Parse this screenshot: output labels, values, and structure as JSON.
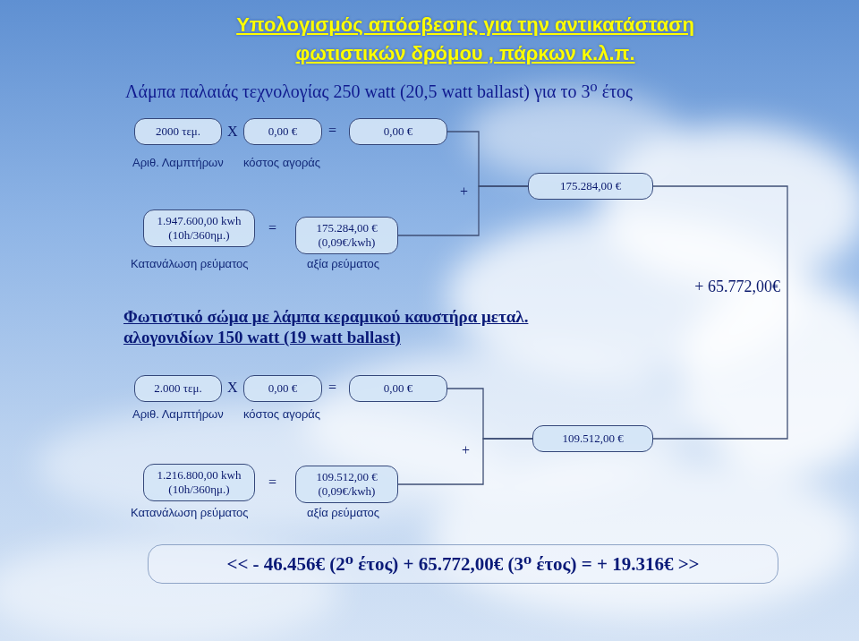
{
  "diagram": {
    "title": "Υπολογισμός απόσβεσης για την αντικατάσταση φωτιστικών δρόμου , πάρκων κ.λ.π.",
    "nodes": [
      {
        "text": [
          "2000 τεμ."
        ]
      },
      {
        "text": [
          "0,00 €"
        ]
      },
      {
        "text": [
          "0,00 €"
        ]
      },
      {
        "text": [
          "175.284,00 €"
        ]
      },
      {
        "text": [
          "1.947.600,00 kwh (10h/360ημ.)"
        ]
      },
      {
        "text": [
          "175.284,00 € (0,09€/kwh)"
        ]
      },
      {
        "text": [
          "2.000 τεμ."
        ]
      },
      {
        "text": [
          "0,00 €"
        ]
      },
      {
        "text": [
          "0,00 €"
        ]
      },
      {
        "text": [
          "109.512,00 €"
        ]
      },
      {
        "text": [
          "1.216.800,00 kwh (10h/360ημ.)"
        ]
      },
      {
        "text": [
          "109.512,00 € (0,09€/kwh)"
        ]
      },
      {
        "text": [
          "<< - 46.456€ (2⁰ έτος) + 65.772,00€ (3⁰ έτος) = + 19.316€ >>"
        ]
      }
    ],
    "edges": [
      {
        "from": 2,
        "to": 3,
        "arrow": "none"
      },
      {
        "from": 5,
        "to": 3,
        "arrow": "none"
      },
      {
        "from": 3,
        "to": 9,
        "label": "+ 65.772,00€",
        "arrow": "none"
      },
      {
        "from": 8,
        "to": 9,
        "arrow": "none"
      },
      {
        "from": 11,
        "to": 9,
        "arrow": "none"
      }
    ],
    "labels": [
      "Λάμπα παλαιάς τεχνολογίας 250 watt (20,5 watt ballast) για το 3⁰ έτος",
      "X",
      "=",
      "Αριθ. Λαμπτήρων",
      "κόστος αγοράς",
      "+",
      "=",
      "Κατανάλωση ρεύματος",
      "αξία ρεύματος",
      "Φωτιστικό σώμα με λάμπα κεραμικού καυστήρα μεταλ. αλογονιδίων 150 watt (19 watt ballast)",
      "X",
      "=",
      "Αριθ. Λαμπτήρων",
      "κόστος αγοράς",
      "+",
      "=",
      "Κατανάλωση ρεύματος",
      "αξία ρεύματος"
    ]
  }
}
